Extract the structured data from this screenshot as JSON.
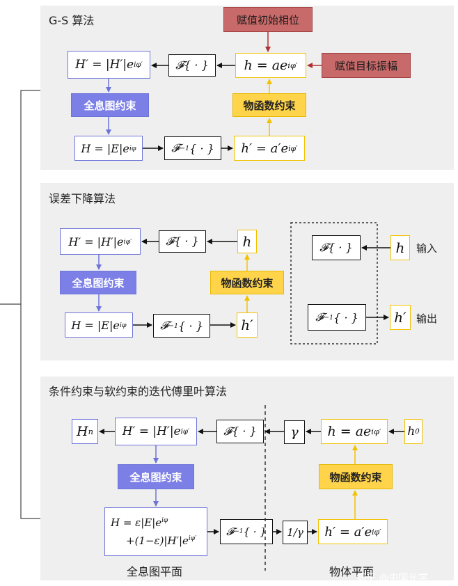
{
  "panel1": {
    "title": "G-S 算法",
    "red_phase": "赋值初始相位",
    "red_amp": "赋值目标振幅",
    "eq_Hprime": "H′ = |H′|e",
    "eq_Hprime_sup": "iφ′",
    "F_box": "𝓕{ · }",
    "eq_h": "h = ae",
    "eq_h_sup": "iφ′",
    "holo_constraint": "全息图约束",
    "obj_constraint": "物函数约束",
    "eq_H": "H = |E|e",
    "eq_H_sup": "iφ",
    "Finv_box": "𝓕",
    "Finv_sup": "−1",
    "Finv_tail": "{ · }",
    "eq_hprime": "h′ = a′e",
    "eq_hprime_sup": "iφ′"
  },
  "panel2": {
    "title": "误差下降算法",
    "eq_Hprime": "H′ = |H′|e",
    "eq_Hprime_sup": "iφ′",
    "F_box": "𝓕{ · }",
    "h": "h",
    "holo_constraint": "全息图约束",
    "obj_constraint": "物函数约束",
    "eq_H": "H = |E|e",
    "eq_H_sup": "iφ",
    "Finv_box": "𝓕",
    "Finv_sup": "−1",
    "Finv_tail": "{ · }",
    "hprime": "h′",
    "legend_F": "𝓕{ · }",
    "legend_h": "h",
    "legend_input": "输入",
    "legend_Finv": "𝓕",
    "legend_Finv_sup": "−1",
    "legend_Finv_tail": "{ · }",
    "legend_hprime": "h′",
    "legend_output": "输出"
  },
  "panel3": {
    "title": "条件约束与软约束的迭代傅里叶算法",
    "Hn": "H",
    "Hn_sub": "n",
    "eq_Hprime": "H′ = |H′|e",
    "eq_Hprime_sup": "iφ′",
    "F_box": "𝓕{ · }",
    "gamma": "γ",
    "eq_h": "h = ae",
    "eq_h_sup": "iφ′",
    "h0": "h",
    "h0_sub": "0",
    "holo_constraint": "全息图约束",
    "obj_constraint": "物函数约束",
    "eq_H_line1": "H = ε|E|e",
    "eq_H_line1_sup": "iφ",
    "eq_H_line2": "+(1−ε)|H′|e",
    "eq_H_line2_sup": "iφ′",
    "Finv_box": "𝓕",
    "Finv_sup": "−1",
    "Finv_tail": "{ · }",
    "inv_gamma": "1/γ",
    "eq_hprime": "h′ = a′e",
    "eq_hprime_sup": "iφ′",
    "holo_plane": "全息图平面",
    "obj_plane": "物体平面"
  },
  "watermark": "知乎 @中国光学",
  "colors": {
    "blue_border": "#6d74d8",
    "blue_fill": "#7b7fe6",
    "yellow_border": "#f2c200",
    "yellow_fill": "#ffd44a",
    "red_fill": "#c96a6a",
    "arrow_red": "#b03030",
    "panel_bg": "#efefef"
  }
}
